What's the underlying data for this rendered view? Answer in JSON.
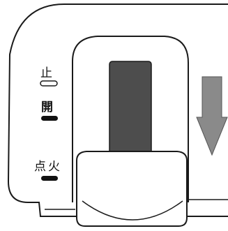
{
  "labels": {
    "stop": "止",
    "open": "開",
    "ignite": "点火"
  },
  "colors": {
    "outline": "#1a1a1a",
    "lever_slot": "#4d4d4d",
    "arrow_fill": "#8a8a8a",
    "background": "#ffffff"
  },
  "indicators": {
    "stop": "hollow",
    "open": "filled",
    "ignite": "filled"
  },
  "lever_direction": "down"
}
